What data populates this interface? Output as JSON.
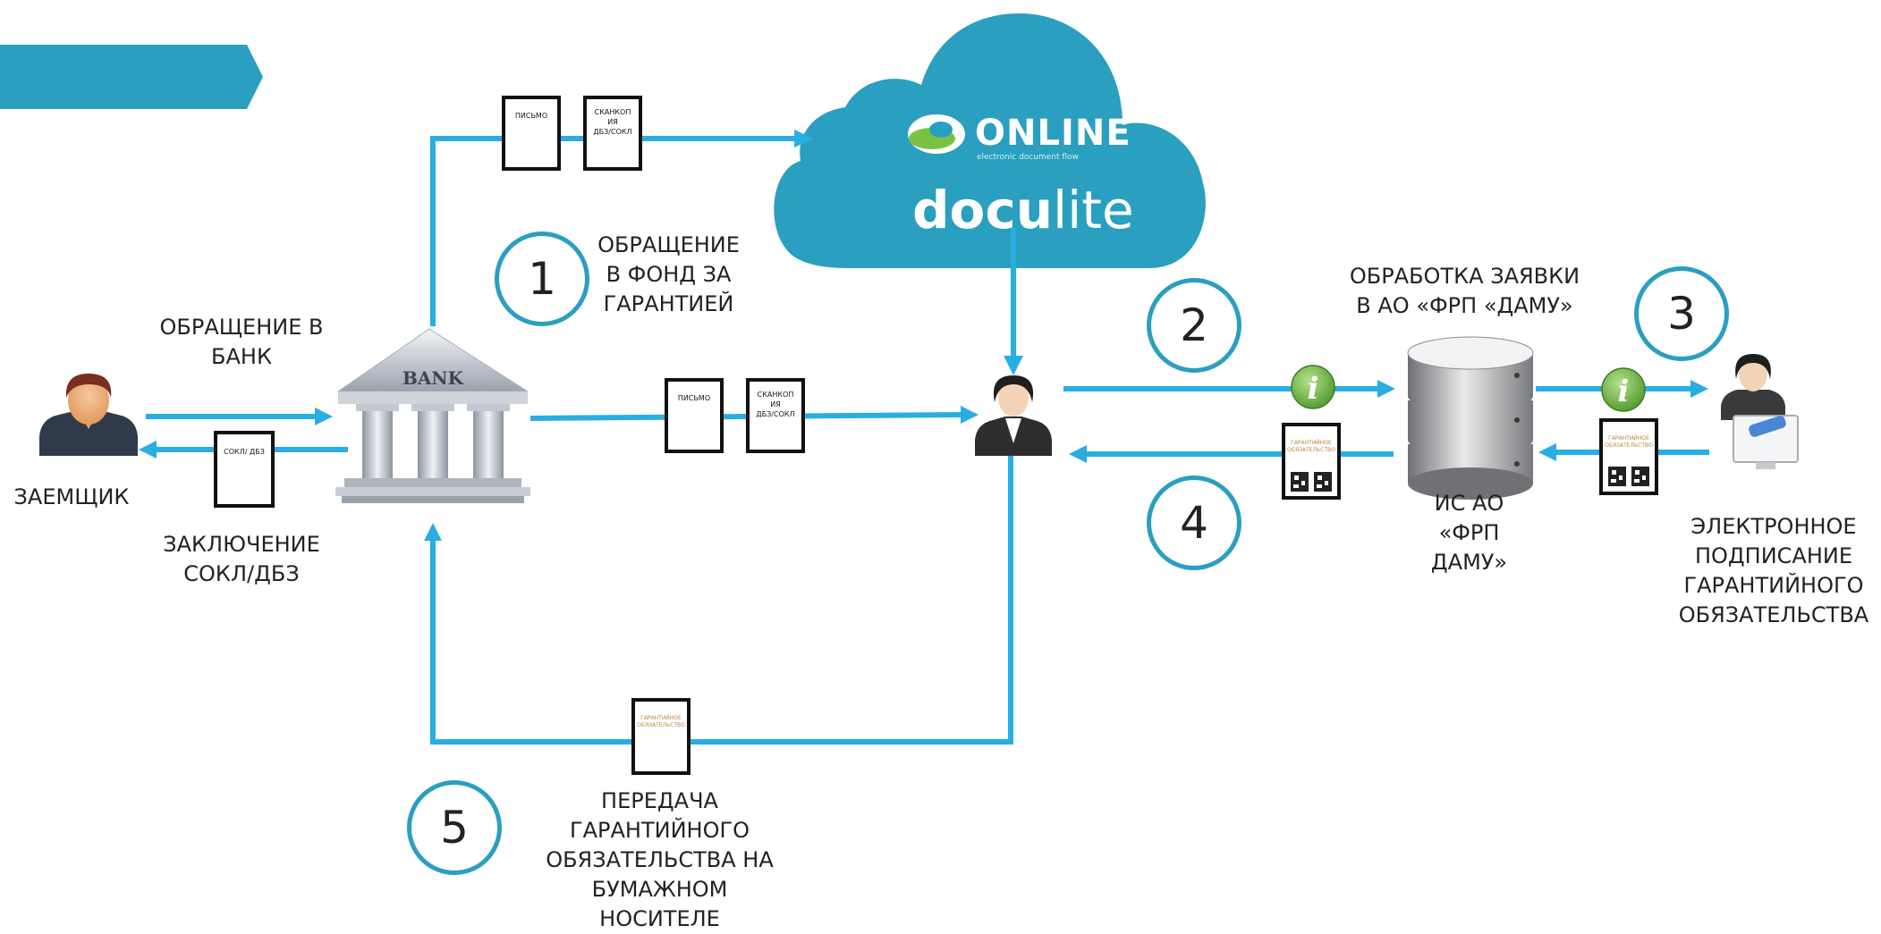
{
  "colors": {
    "arrow": "#29aee3",
    "banner": "#2a9fbf",
    "cloud": "#2a9fbf",
    "circle_border": "#2a9fbf",
    "info_badge": "#5fb33a"
  },
  "cloud": {
    "online_logo_text": "ONLINE",
    "online_logo_tagline": "electronic document flow",
    "brand_bold": "docu",
    "brand_light": "lite"
  },
  "steps": [
    "1",
    "2",
    "3",
    "4",
    "5"
  ],
  "labels": {
    "bank_appeal": "ОБРАЩЕНИЕ В БАНК",
    "borrower": "ЗАЕМЩИК",
    "conclusion": "ЗАКЛЮЧЕНИЕ СОКЛ/ДБЗ",
    "fund_appeal": "ОБРАЩЕНИЕ В ФОНД ЗА ГАРАНТИЕЙ",
    "processing": "ОБРАБОТКА ЗАЯВКИ В АО «ФРП «ДАМУ»",
    "is_system": "ИС АО «ФРП ДАМУ»",
    "signing": "ЭЛЕКТРОННОЕ ПОДПИСАНИЕ ГАРАНТИЙНОГО ОБЯЗАТЕЛЬСТВА",
    "paper_transfer": "ПЕРЕДАЧА ГАРАНТИЙНОГО ОБЯЗАТЕЛЬСТВА НА БУМАЖНОМ НОСИТЕЛЕ"
  },
  "bank_sign": "BANK",
  "documents": {
    "letter": "ПИСЬМО",
    "scan_line1": "СКАНКОП",
    "scan_line2": "ИЯ",
    "scan_line3": "ДБЗ/СОКЛ",
    "sokl_dbz": "СОКЛ/ ДБЗ",
    "guarantee_line1": "ГАРАНТИЙНОЕ",
    "guarantee_line2": "ОБЯЗАТЕЛЬСТВО"
  }
}
